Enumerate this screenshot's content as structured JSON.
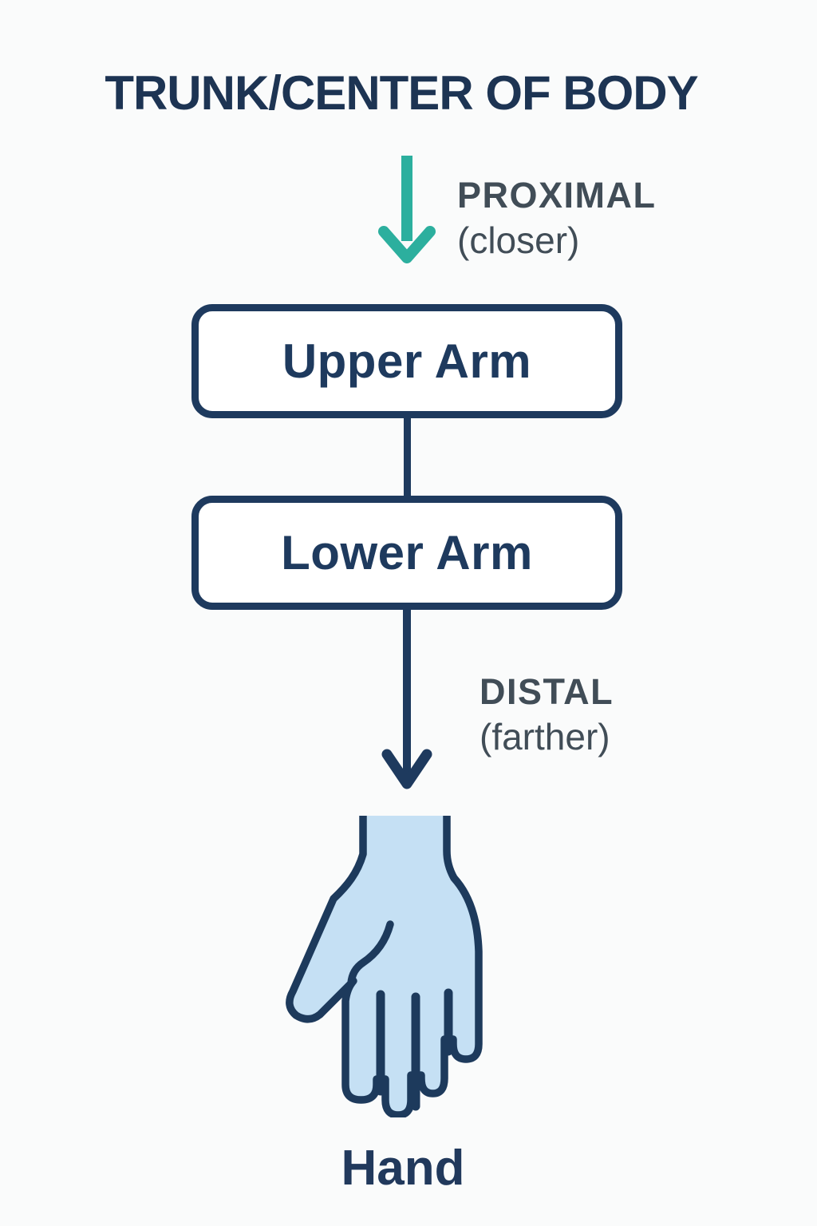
{
  "title": {
    "text": "TRUNK/CENTER OF BODY",
    "color": "#1d3453"
  },
  "flow": {
    "proximal": {
      "label": "PROXIMAL",
      "sublabel": "(closer)",
      "arrow_color": "#2caf9e",
      "text_color": "#414d57"
    },
    "boxes": [
      {
        "label": "Upper Arm"
      },
      {
        "label": "Lower Arm"
      }
    ],
    "distal": {
      "label": "DISTAL",
      "sublabel": "(farther)",
      "arrow_color": "#1e3a5e",
      "text_color": "#414d57"
    },
    "terminal": {
      "label": "Hand",
      "icon": "hand-icon",
      "fill_color": "#c5e0f4",
      "outline_color": "#1d3a5c"
    }
  },
  "box_style": {
    "border_color": "#1e3a5e",
    "text_color": "#1e3a5e",
    "background": "#ffffff"
  },
  "page_background": "#fafbfb"
}
